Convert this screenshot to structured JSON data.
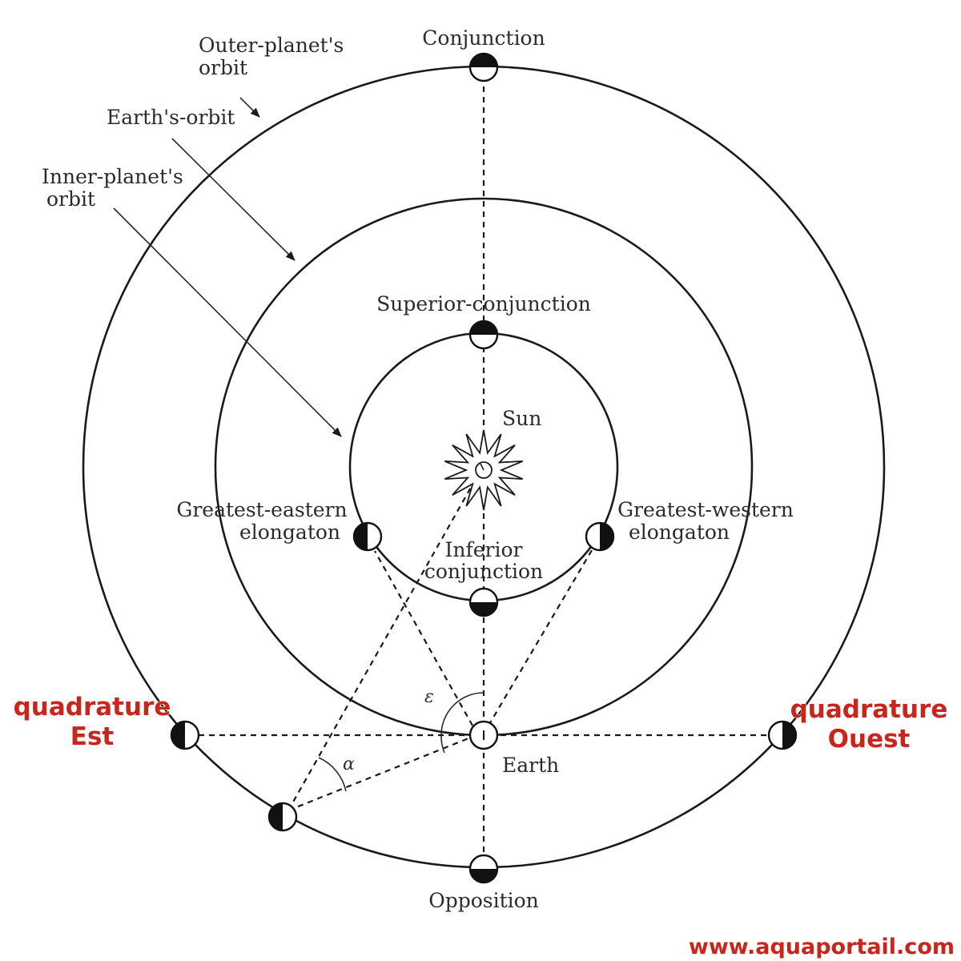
{
  "labels": {
    "outer_orbit": [
      "Outer-planet's",
      "orbit"
    ],
    "earth_orbit": "Earth's-orbit",
    "inner_orbit": [
      "Inner-planet's",
      "orbit"
    ],
    "conjunction": "Conjunction",
    "superior_conjunction": "Superior-conjunction",
    "sun": "Sun",
    "greatest_eastern": [
      "Greatest-eastern",
      "elongaton"
    ],
    "greatest_western": [
      "Greatest-western",
      "elongaton"
    ],
    "inferior_conjunction": [
      "Inferior",
      "conjunction"
    ],
    "earth": "Earth",
    "opposition": "Opposition",
    "alpha": "α",
    "epsilon": "ε"
  },
  "quadrature_east": [
    "quadrature",
    "Est"
  ],
  "quadrature_west": [
    "quadrature",
    "Ouest"
  ],
  "watermark": "www.aquaportail.com",
  "colors": {
    "line": "#1a1a1a",
    "text": "#2b2b2b",
    "annotation_red": "#c8261c"
  }
}
